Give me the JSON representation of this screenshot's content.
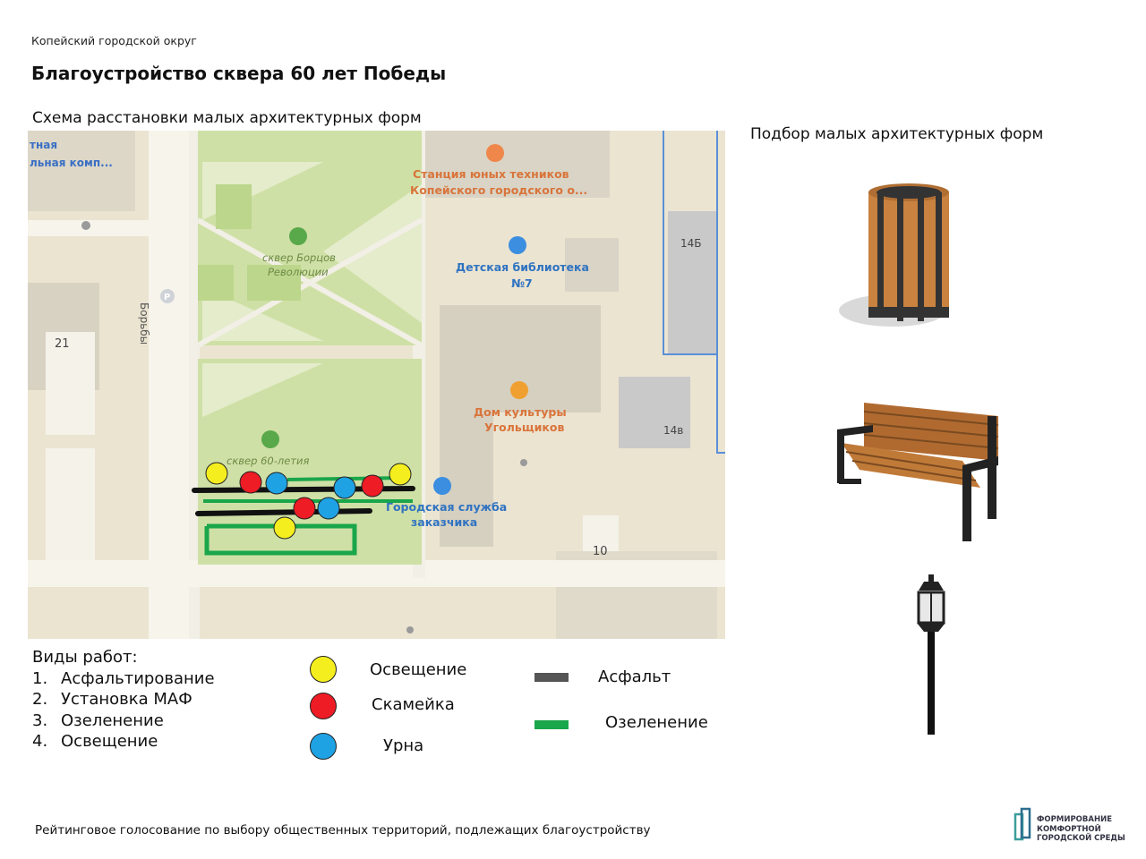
{
  "header": {
    "region": "Копейский городской округ",
    "title": "Благоустройство сквера 60 лет Победы"
  },
  "map_section": {
    "caption": "Схема расстановки малых архитектурных форм",
    "labels": {
      "poi_top_left": "тная\nльная комп...",
      "station": "Станция юных техников",
      "station_line2": "Копейского городского о...",
      "library": "Детская библиотека",
      "library_line2": "№7",
      "culture": "Дом культуры",
      "culture_line2": "Угольщиков",
      "service": "Городская служба",
      "service_line2": "заказчика",
      "square_borcov": "сквер Борцов",
      "square_borcov_line2": "Революции",
      "square_60": "сквер 60-летия",
      "street": "Борьбы",
      "parking": "P",
      "bld_21": "21",
      "bld_14b": "14Б",
      "bld_14v": "14в",
      "bld_10": "10"
    }
  },
  "maf_section": {
    "caption": "Подбор малых архитектурных форм",
    "items": [
      "trash-bin",
      "bench",
      "street-lamp"
    ]
  },
  "works": {
    "title": "Виды работ:",
    "items": [
      {
        "num": "1.",
        "label": "Асфальтирование"
      },
      {
        "num": "2.",
        "label": "Установка МАФ"
      },
      {
        "num": "3.",
        "label": "Озеленение"
      },
      {
        "num": "4.",
        "label": "Освещение"
      }
    ]
  },
  "legend": {
    "lighting": {
      "label": "Освещение",
      "color": "#f5ee1e"
    },
    "bench": {
      "label": "Скамейка",
      "color": "#ee1c25"
    },
    "bin": {
      "label": "Урна",
      "color": "#1fa2e4"
    },
    "asphalt": {
      "label": "Асфальт",
      "color": "#555555"
    },
    "greening": {
      "label": "Озеленение",
      "color": "#1aa64a"
    }
  },
  "footer": {
    "text": "Рейтинговое голосование по выбору общественных территорий, подлежащих благоустройству",
    "logo_line1": "ФОРМИРОВАНИЕ",
    "logo_line2": "КОМФОРТНОЙ",
    "logo_line3": "ГОРОДСКОЙ СРЕДЫ"
  }
}
